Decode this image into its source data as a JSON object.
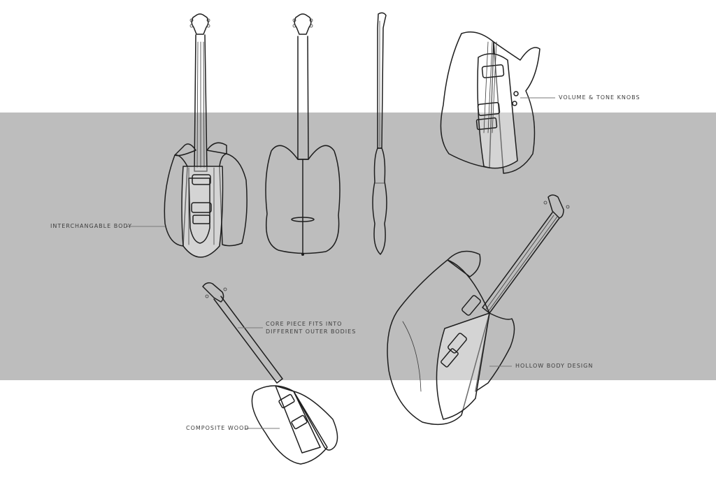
{
  "annotations": {
    "volume_tone": "VOLUME & TONE KNOBS",
    "interchangeable_body": "INTERCHANGABLE BODY",
    "core_piece_line1": "CORE PIECE FITS INTO",
    "core_piece_line2": "DIFFERENT OUTER BODIES",
    "hollow_body": "HOLLOW BODY DESIGN",
    "composite_wood": "COMPOSITE WOOD"
  },
  "colors": {
    "paper": "#ffffff",
    "band": "#bdbdbd",
    "ink": "#1e1e1e"
  }
}
